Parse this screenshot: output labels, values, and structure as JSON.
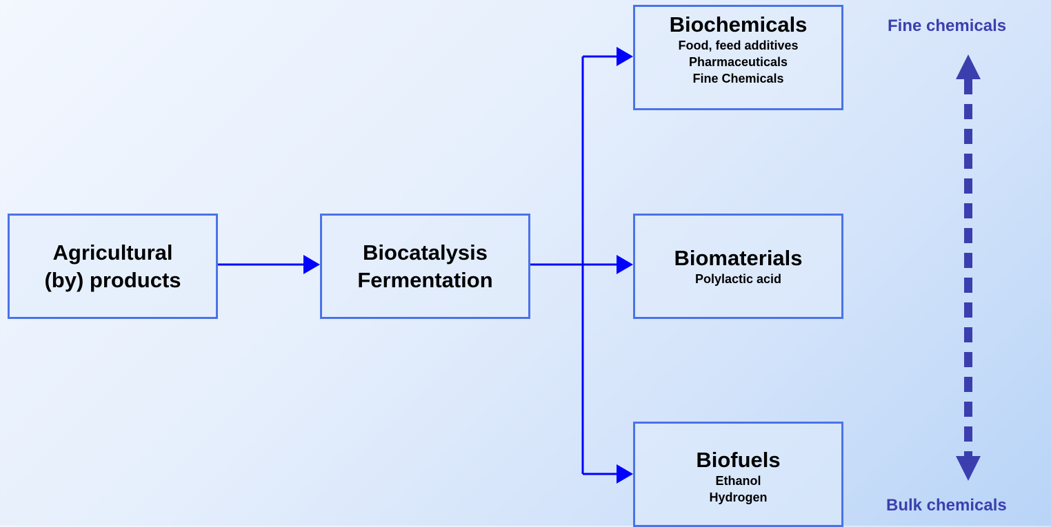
{
  "nodes": {
    "agricultural": {
      "lines": [
        "Agricultural",
        "(by) products"
      ]
    },
    "biocatalysis": {
      "lines": [
        "Biocatalysis",
        "Fermentation"
      ]
    },
    "biochemicals": {
      "title": "Biochemicals",
      "items": [
        "Food, feed additives",
        "Pharmaceuticals",
        "Fine Chemicals"
      ]
    },
    "biomaterials": {
      "title": "Biomaterials",
      "items": [
        "Polylactic acid"
      ]
    },
    "biofuels": {
      "title": "Biofuels",
      "items": [
        "Ethanol",
        "Hydrogen"
      ]
    }
  },
  "scale": {
    "top_label": "Fine chemicals",
    "bottom_label": "Bulk chemicals"
  },
  "colors": {
    "connector": "#0000ff",
    "box_border": "#4a73e8",
    "scale_arrow": "#3b3fae",
    "scale_text": "#3b3fae"
  }
}
